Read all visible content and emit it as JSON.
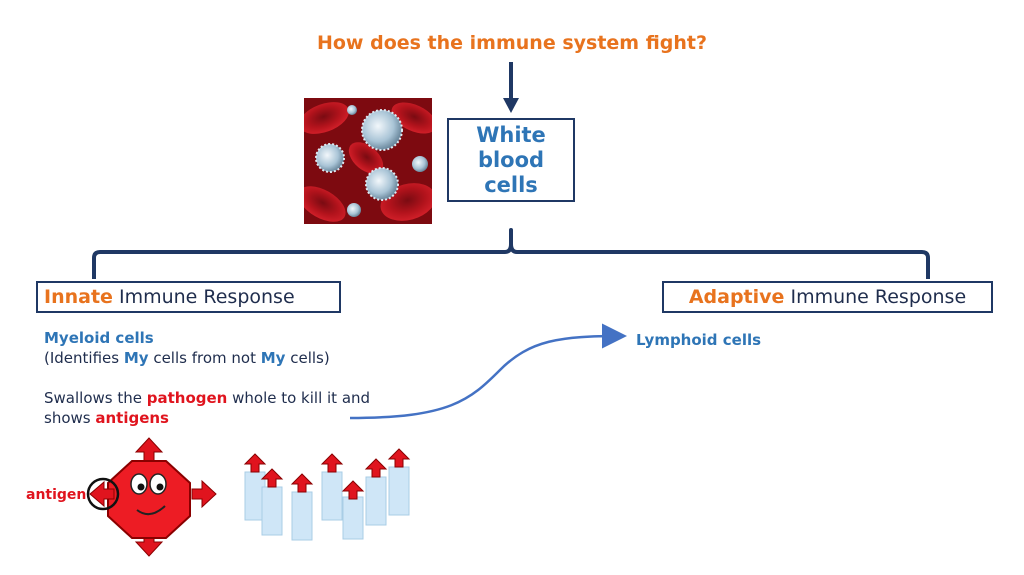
{
  "title": "How does the immune system fight?",
  "white_blood_cells": "White blood cells",
  "innate": {
    "highlight": "Innate",
    "rest": " Immune Response"
  },
  "adaptive": {
    "highlight": "Adaptive",
    "rest": " Immune Response"
  },
  "myeloid": {
    "title": "Myeloid cells",
    "desc_1": "(Identifies ",
    "desc_my_1": "My",
    "desc_2": " cells from not ",
    "desc_my_2": "My",
    "desc_3": " cells)"
  },
  "swallow": {
    "part_1": "Swallows the ",
    "pathogen": "pathogen",
    "part_2": " whole to kill it and shows ",
    "antigens": "antigens"
  },
  "lymphoid": "Lymphoid cells",
  "antigen_label": "antigen",
  "colors": {
    "accent_orange": "#e8731e",
    "accent_blue": "#2e75b6",
    "navy": "#1f3864",
    "red": "#e0141e",
    "light_blue": "#cfe6f7"
  },
  "icons": [
    "down-arrow-icon",
    "bracket-icon",
    "curved-arrow-icon",
    "phagocyte-icon",
    "antigen-receptor-icon"
  ]
}
